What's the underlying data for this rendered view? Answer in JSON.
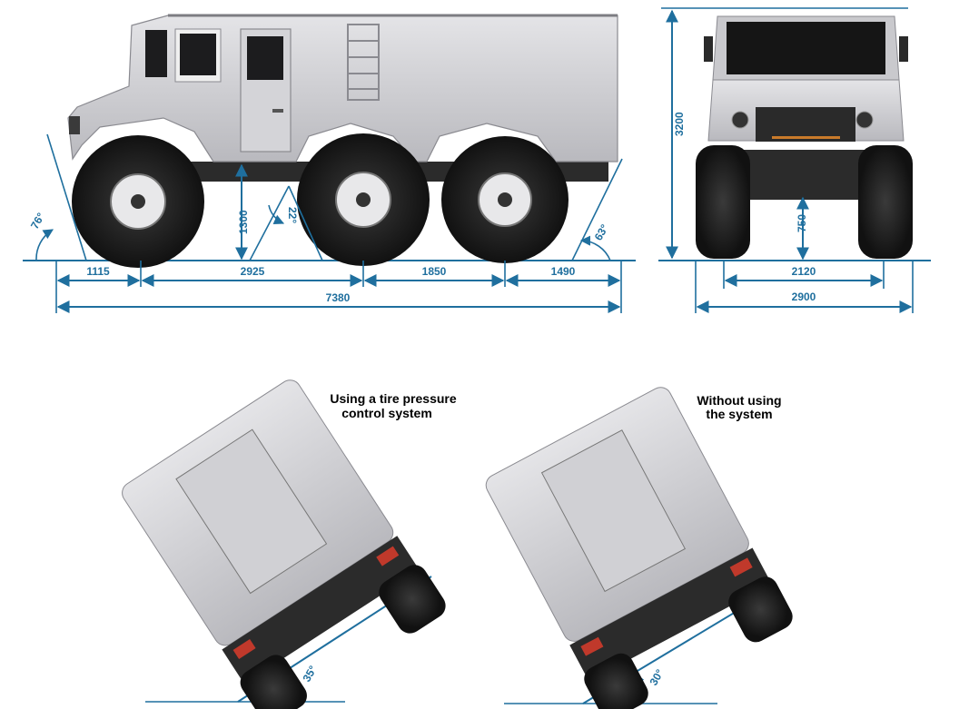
{
  "side_view": {
    "dims": {
      "d1": "1115",
      "d2": "2925",
      "d3": "1850",
      "d4": "1490",
      "total": "7380",
      "clearance": "1300",
      "height": "3200"
    },
    "angles": {
      "approach": "76°",
      "departure": "63°",
      "breakover": "22°"
    }
  },
  "front_view": {
    "dims": {
      "track": "2120",
      "width": "2900",
      "ground": "750"
    }
  },
  "tilt_views": [
    {
      "caption_line1": "Using a tire pressure",
      "caption_line2": "control system",
      "angle": "35°"
    },
    {
      "caption_line1": "Without using",
      "caption_line2": "the system",
      "angle": "30°"
    }
  ],
  "colors": {
    "dimension": "#1f6f9e",
    "body": "#c9c9cd",
    "tire": "#232323",
    "chassis": "#2b2b2b"
  }
}
